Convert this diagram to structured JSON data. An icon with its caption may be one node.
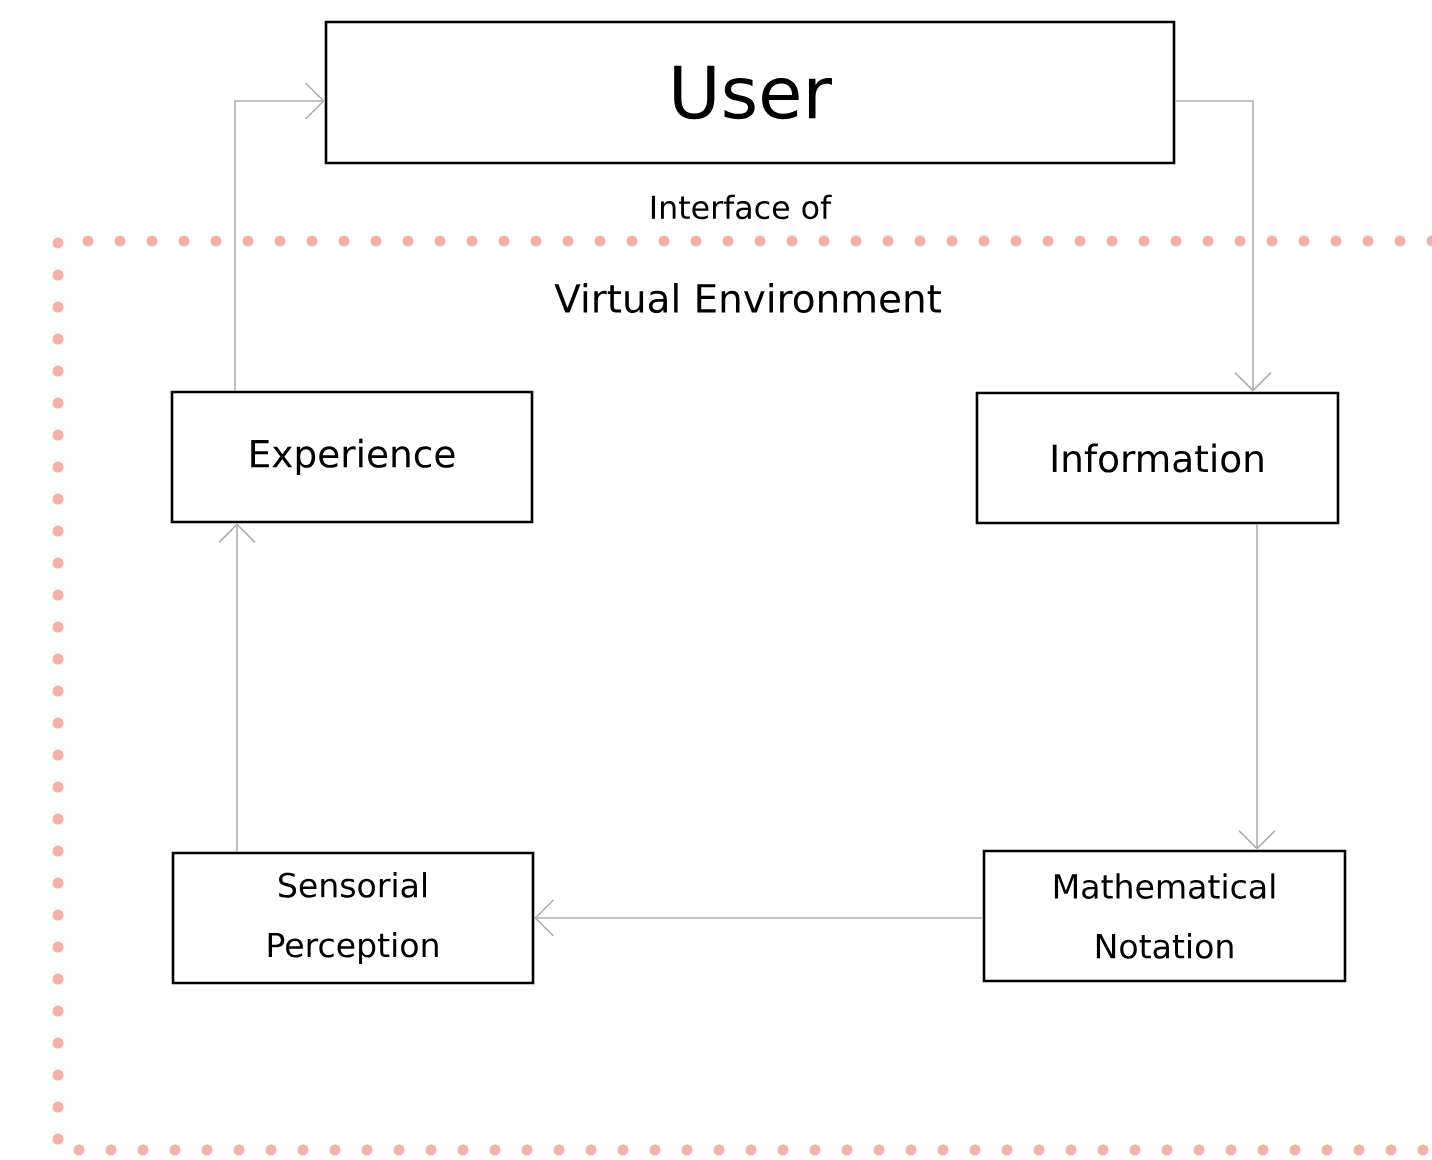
{
  "diagram": {
    "nodes": [
      {
        "text": [
          "Interface of",
          "Virtual Environment"
        ]
      },
      {
        "text": [
          "User"
        ]
      },
      {
        "text": [
          "Experience"
        ],
        "in": 0
      },
      {
        "text": [
          "Information"
        ],
        "in": 0
      },
      {
        "text": [
          "Sensorial Perception"
        ],
        "in": 0
      },
      {
        "text": [
          "Mathematical Notation"
        ],
        "in": 0
      }
    ],
    "edges": [
      {
        "from": 2,
        "to": 1,
        "arrow": "to"
      },
      {
        "from": 1,
        "to": 3,
        "arrow": "to"
      },
      {
        "from": 3,
        "to": 5,
        "arrow": "to"
      },
      {
        "from": 5,
        "to": 4,
        "arrow": "to"
      },
      {
        "from": 4,
        "to": 2,
        "arrow": "to"
      }
    ]
  }
}
